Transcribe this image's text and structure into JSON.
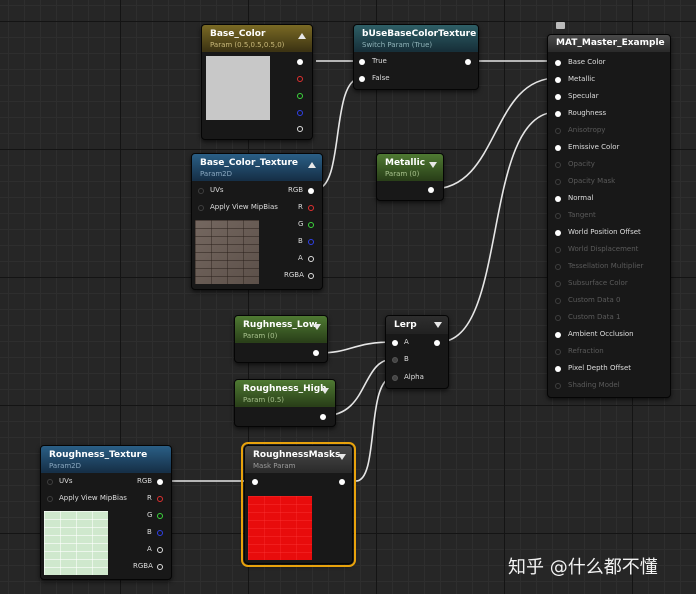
{
  "nodes": {
    "base_color": {
      "title": "Base_Color",
      "subtitle": "Param (0.5,0.5,0.5,0)"
    },
    "switch": {
      "title": "bUseBaseColorTexture",
      "subtitle": "Switch Param (True)",
      "in_true": "True",
      "in_false": "False"
    },
    "base_tex": {
      "title": "Base_Color_Texture",
      "subtitle": "Param2D",
      "uvs": "UVs",
      "mip": "Apply View MipBias",
      "rgb": "RGB",
      "r": "R",
      "g": "G",
      "b": "B",
      "a": "A",
      "rgba": "RGBA"
    },
    "metallic": {
      "title": "Metallic",
      "subtitle": "Param (0)"
    },
    "rough_low": {
      "title": "Rughness_Low",
      "subtitle": "Param (0)"
    },
    "lerp": {
      "title": "Lerp",
      "a": "A",
      "b": "B",
      "alpha": "Alpha"
    },
    "rough_high": {
      "title": "Roughness_High",
      "subtitle": "Param (0.5)"
    },
    "rough_tex": {
      "title": "Roughness_Texture",
      "subtitle": "Param2D",
      "uvs": "UVs",
      "mip": "Apply View MipBias",
      "rgb": "RGB",
      "r": "R",
      "g": "G",
      "b": "B",
      "a": "A",
      "rgba": "RGBA"
    },
    "mask": {
      "title": "RoughnessMasks",
      "subtitle": "Mask Param"
    },
    "material": {
      "title": "MAT_Master_Example",
      "inputs": [
        {
          "label": "Base Color",
          "active": true
        },
        {
          "label": "Metallic",
          "active": true
        },
        {
          "label": "Specular",
          "active": true
        },
        {
          "label": "Roughness",
          "active": true
        },
        {
          "label": "Anisotropy",
          "active": false
        },
        {
          "label": "Emissive Color",
          "active": true
        },
        {
          "label": "Opacity",
          "active": false
        },
        {
          "label": "Opacity Mask",
          "active": false
        },
        {
          "label": "Normal",
          "active": true
        },
        {
          "label": "Tangent",
          "active": false
        },
        {
          "label": "World Position Offset",
          "active": true
        },
        {
          "label": "World Displacement",
          "active": false
        },
        {
          "label": "Tessellation Multiplier",
          "active": false
        },
        {
          "label": "Subsurface Color",
          "active": false
        },
        {
          "label": "Custom Data 0",
          "active": false
        },
        {
          "label": "Custom Data 1",
          "active": false
        },
        {
          "label": "Ambient Occlusion",
          "active": true
        },
        {
          "label": "Refraction",
          "active": false
        },
        {
          "label": "Pixel Depth Offset",
          "active": true
        },
        {
          "label": "Shading Model",
          "active": false
        }
      ]
    }
  },
  "colors": {
    "wire": "#e6e6e6",
    "base_color_swatch": "#c8c8c8",
    "mask_swatch": "#e80c0c",
    "selection": "#e8a20c"
  },
  "watermark": "知乎 @什么都不懂"
}
